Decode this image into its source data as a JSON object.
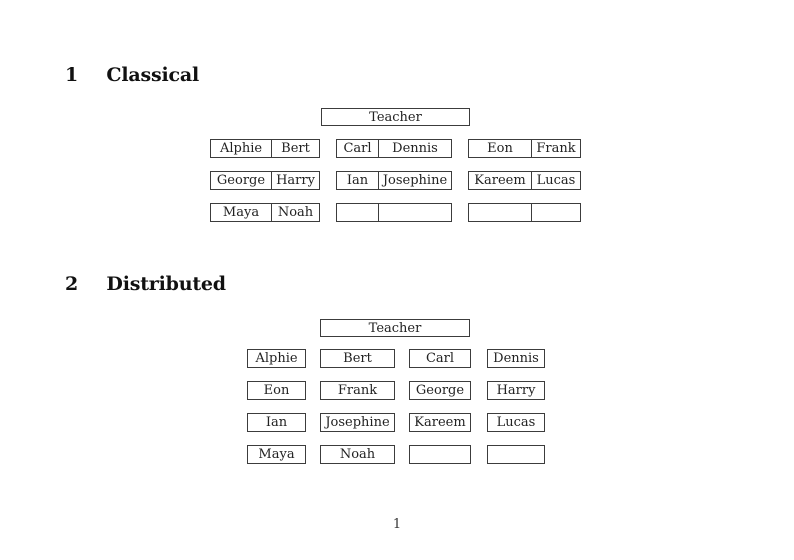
{
  "page": {
    "number": "1"
  },
  "colors": {
    "border": "#3c3c3c",
    "text": "#1c1c1c",
    "background": "#ffffff"
  },
  "sections": [
    {
      "number": "1",
      "title": "Classical",
      "teacher_label": "Teacher",
      "desks": [
        [
          [
            "Alphie",
            "Bert"
          ],
          [
            "Carl",
            "Dennis"
          ],
          [
            "Eon",
            "Frank"
          ]
        ],
        [
          [
            "George",
            "Harry"
          ],
          [
            "Ian",
            "Josephine"
          ],
          [
            "Kareem",
            "Lucas"
          ]
        ],
        [
          [
            "Maya",
            "Noah"
          ],
          [
            "",
            ""
          ],
          [
            "",
            ""
          ]
        ]
      ]
    },
    {
      "number": "2",
      "title": "Distributed",
      "teacher_label": "Teacher",
      "desks": [
        [
          "Alphie",
          "Bert",
          "Carl",
          "Dennis"
        ],
        [
          "Eon",
          "Frank",
          "George",
          "Harry"
        ],
        [
          "Ian",
          "Josephine",
          "Kareem",
          "Lucas"
        ],
        [
          "Maya",
          "Noah",
          "",
          ""
        ]
      ]
    }
  ]
}
